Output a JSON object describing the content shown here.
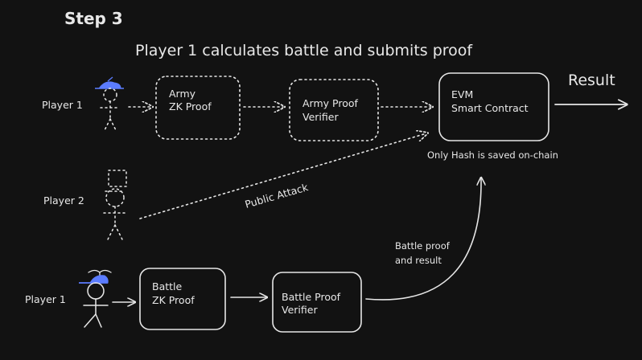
{
  "heading": "Step 3",
  "title": "Player 1 calculates battle and submits proof",
  "players": {
    "top_player1": "Player 1",
    "player2": "Player 2",
    "bottom_player1": "Player 1"
  },
  "boxes": {
    "army_zk_proof": [
      "Army",
      "ZK Proof"
    ],
    "army_proof_verifier": [
      "Army Proof",
      "Verifier"
    ],
    "evm_contract": [
      "EVM",
      "Smart Contract"
    ],
    "battle_zk_proof": [
      "Battle",
      "ZK Proof"
    ],
    "battle_proof_verifier": [
      "Battle Proof",
      "Verifier"
    ]
  },
  "labels": {
    "result": "Result",
    "only_hash": "Only Hash is saved on-chain",
    "public_attack": "Public Attack",
    "battle_proof_result": [
      "Battle proof",
      "and result"
    ]
  },
  "colors": {
    "background": "#121212",
    "stroke": "#e6e6e6",
    "accent_blue": "#5b7cff"
  }
}
